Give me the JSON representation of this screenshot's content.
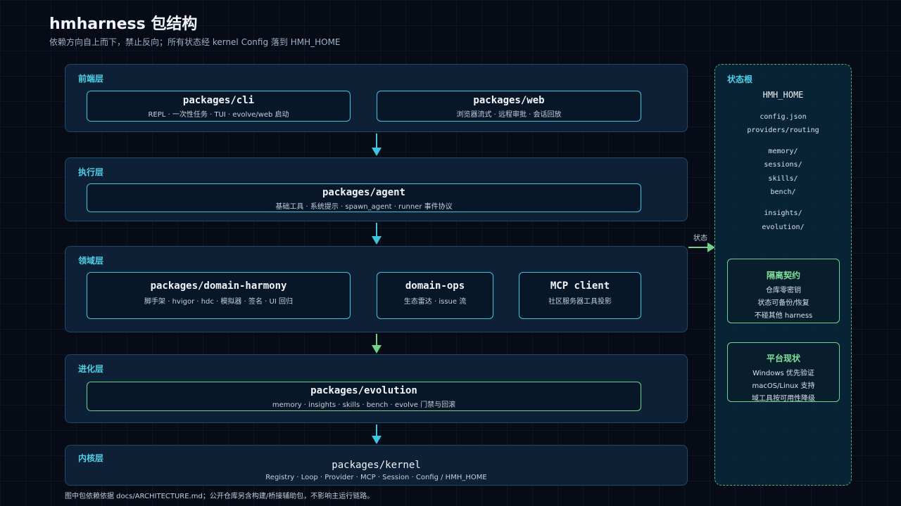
{
  "header": {
    "title": "hmharness 包结构",
    "subtitle": "依赖方向自上而下，禁止反向；所有状态经 kernel Config 落到 HMH_HOME"
  },
  "layers": {
    "frontend": {
      "label": "前端层",
      "packages": [
        {
          "name": "packages/cli",
          "desc": "REPL · 一次性任务 · TUI · evolve/web 启动"
        },
        {
          "name": "packages/web",
          "desc": "浏览器流式 · 远程审批 · 会话回放"
        }
      ]
    },
    "execution": {
      "label": "执行层",
      "packages": [
        {
          "name": "packages/agent",
          "desc": "基础工具 · 系统提示 · spawn_agent · runner 事件协议"
        }
      ]
    },
    "domain": {
      "label": "领域层",
      "packages": [
        {
          "name": "packages/domain-harmony",
          "desc": "脚手架 · hvigor · hdc · 模拟器 · 签名 · UI 回归"
        },
        {
          "name": "domain-ops",
          "desc": "生态雷达 · issue 流"
        },
        {
          "name": "MCP client",
          "desc": "社区服务器工具投影"
        }
      ]
    },
    "evolution": {
      "label": "进化层",
      "packages": [
        {
          "name": "packages/evolution",
          "desc": "memory · insights · skills · bench · evolve 门禁与回滚"
        }
      ]
    },
    "kernel": {
      "label": "内核层",
      "packages": [
        {
          "name": "packages/kernel",
          "desc": "Registry · Loop · Provider · MCP · Session · Config / HMH_HOME"
        }
      ]
    }
  },
  "state_arrow_label": "状态",
  "state_root": {
    "label": "状态根",
    "home": "HMH_HOME",
    "items": [
      "config.json",
      "providers/routing",
      "memory/",
      "sessions/",
      "skills/",
      "bench/",
      "insights/",
      "evolution/"
    ],
    "isolation": {
      "title": "隔离契约",
      "lines": [
        "仓库零密钥",
        "状态可备份/恢复",
        "不碰其他 harness"
      ]
    },
    "platform": {
      "title": "平台现状",
      "lines": [
        "Windows 优先验证",
        "macOS/Linux 支持",
        "域工具按可用性降级"
      ]
    }
  },
  "footnote": "图中包依赖依据 docs/ARCHITECTURE.md；公开仓库另含构建/桥接辅助包，不影响主运行链路。",
  "colors": {
    "accent_cyan": "#3fc4dd",
    "accent_green": "#6fd28a",
    "layer_label": "#4fd1e8",
    "background": "#060b16"
  }
}
